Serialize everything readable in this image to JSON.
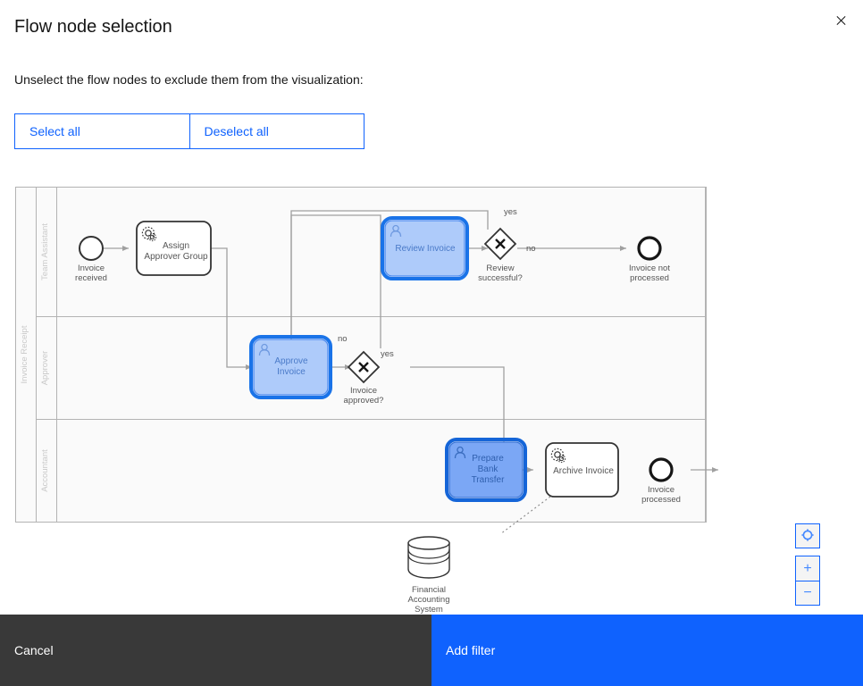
{
  "modal": {
    "title": "Flow node selection",
    "close_icon": "close-icon",
    "instruction": "Unselect the flow nodes to exclude them from the visualization:",
    "select_all_label": "Select all",
    "deselect_all_label": "Deselect all",
    "cancel_label": "Cancel",
    "primary_label": "Add filter"
  },
  "colors": {
    "accent": "#0f62fe",
    "selected_fill": "#aecbfa",
    "selected_hover_fill": "#7ba7f5",
    "selected_stroke": "#1a73e8",
    "selected_text": "#4a7ac8",
    "node_stroke": "#333333",
    "lane_stroke": "#b3b3b3",
    "flow_stroke": "#a0a0a0",
    "label_text": "#555555",
    "lane_label_text": "#c9c9c9",
    "cancel_bg": "#393939",
    "footer_primary_bg": "#0f62fe"
  },
  "zoom_controls": {
    "reset_icon": "reset-zoom-icon",
    "reset_title": "Reset zoom",
    "zoom_in_label": "+",
    "zoom_in_title": "Zoom in",
    "zoom_out_label": "−",
    "zoom_out_title": "Zoom out"
  },
  "diagram": {
    "type": "bpmn",
    "pool": {
      "name": "Invoice Receipt"
    },
    "lanes": [
      {
        "id": "lane-team-assistant",
        "name": "Team Assistant"
      },
      {
        "id": "lane-approver",
        "name": "Approver"
      },
      {
        "id": "lane-accountant",
        "name": "Accountant"
      }
    ],
    "nodes": [
      {
        "id": "invoice-received",
        "label": "Invoice\nreceived",
        "label_line1": "Invoice",
        "label_line2": "received",
        "type": "start-event",
        "lane": "lane-team-assistant",
        "selected": false
      },
      {
        "id": "assign-approver-group",
        "label": "Assign\nApprover Group",
        "label_line1": "Assign",
        "label_line2": "Approver Group",
        "type": "service-task",
        "lane": "lane-team-assistant",
        "selected": false
      },
      {
        "id": "review-invoice",
        "label": "Review Invoice",
        "label_line1": "Review Invoice",
        "type": "user-task",
        "lane": "lane-team-assistant",
        "selected": true,
        "hover": false
      },
      {
        "id": "review-successful",
        "label": "Review\nsuccessful?",
        "label_line1": "Review",
        "label_line2": "successful?",
        "type": "exclusive-gateway",
        "lane": "lane-team-assistant",
        "selected": false
      },
      {
        "id": "invoice-not-processed",
        "label": "Invoice not\nprocessed",
        "label_line1": "Invoice not",
        "label_line2": "processed",
        "type": "end-event",
        "lane": "lane-team-assistant",
        "selected": false
      },
      {
        "id": "approve-invoice",
        "label": "Approve\nInvoice",
        "label_line1": "Approve",
        "label_line2": "Invoice",
        "type": "user-task",
        "lane": "lane-approver",
        "selected": true,
        "hover": false
      },
      {
        "id": "invoice-approved",
        "label": "Invoice\napproved?",
        "label_line1": "Invoice",
        "label_line2": "approved?",
        "type": "exclusive-gateway",
        "lane": "lane-approver",
        "selected": false
      },
      {
        "id": "prepare-bank-transfer",
        "label": "Prepare\nBank\nTransfer",
        "label_line1": "Prepare",
        "label_line2": "Bank",
        "label_line3": "Transfer",
        "type": "user-task",
        "lane": "lane-accountant",
        "selected": true,
        "hover": true
      },
      {
        "id": "archive-invoice",
        "label": "Archive Invoice",
        "label_line1": "Archive Invoice",
        "type": "service-task",
        "lane": "lane-accountant",
        "selected": false
      },
      {
        "id": "invoice-processed",
        "label": "Invoice\nprocessed",
        "label_line1": "Invoice",
        "label_line2": "processed",
        "type": "end-event",
        "lane": "lane-accountant",
        "selected": false
      },
      {
        "id": "financial-accounting-system",
        "label": "Financial\nAccounting\nSystem",
        "label_line1": "Financial",
        "label_line2": "Accounting",
        "label_line3": "System",
        "type": "data-store",
        "lane": null,
        "selected": false
      }
    ],
    "flow_labels": {
      "review_yes": "yes",
      "review_no": "no",
      "approved_no": "no",
      "approved_yes": "yes"
    }
  }
}
